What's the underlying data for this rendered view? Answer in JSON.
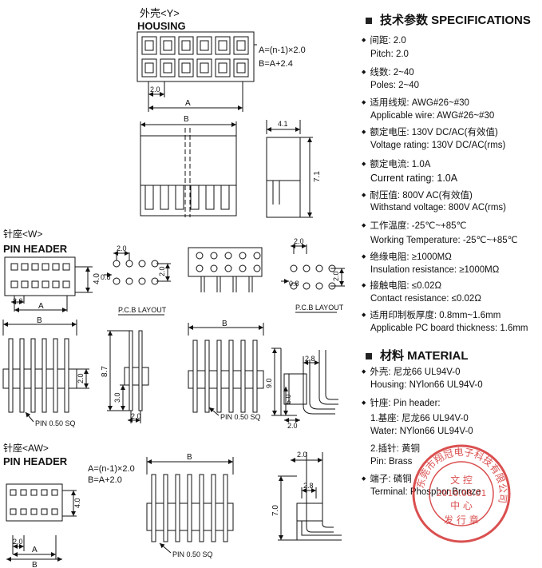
{
  "drawing": {
    "housing": {
      "title_cn": "外壳<Y>",
      "title_en": "HOUSING",
      "formula_a": "A=(n-1)×2.0",
      "formula_b": "B=A+2.4",
      "dim_pitch": "2.0",
      "dim_a": "A",
      "dim_b": "B",
      "dim_height": "7.1",
      "dim_depth": "4.1"
    },
    "pin_header_w": {
      "title_cn": "针座<W>",
      "title_en": "PIN HEADER",
      "dim_pitch": "2.0",
      "dim_row": "2.0",
      "dim_width": "4.0",
      "dim_a": "A",
      "dim_b": "B",
      "dim_hole": "0.8",
      "pcb_layout": "P.C.B  LAYOUT",
      "pin_label": "PIN 0.50 SQ",
      "dim_total": "8.7",
      "dim_seat": "3.0",
      "dim_side": "2.0",
      "dim_right_total": "9.0",
      "dim_right_mid": "5.0",
      "dim_right_offset": "2.8",
      "dim_right_pitch": "2.0"
    },
    "pin_header_aw": {
      "title_cn": "针座<AW>",
      "title_en": "PIN HEADER",
      "formula_a": "A=(n-1)×2.0",
      "formula_b": "B=A+2.0",
      "dim_pitch": "2.0",
      "dim_width": "4.0",
      "dim_a": "A",
      "dim_b": "B",
      "pin_label": "PIN 0.50 SQ",
      "dim_pitch_top": "2.0",
      "dim_offset": "2.8",
      "dim_height": "7.0"
    }
  },
  "specifications": {
    "title": "技术参数 SPECIFICATIONS",
    "items": [
      {
        "cn": "间距: 2.0",
        "en": "Pitch: 2.0"
      },
      {
        "cn": "线数: 2~40",
        "en": "Poles: 2~40"
      },
      {
        "cn": "适用线规: AWG#26~#30",
        "en": "Applicable wire: AWG#26~#30"
      },
      {
        "cn": "额定电压: 130V DC/AC(有效值)",
        "en": "Voltage rating: 130V DC/AC(rms)"
      },
      {
        "cn": "额定电流: 1.0A",
        "en": "Current rating: 1.0A"
      },
      {
        "cn": "耐压值: 800V AC(有效值)",
        "en": "Withstand voltage: 800V AC(rms)"
      },
      {
        "cn": "工作温度: -25℃~+85℃",
        "en": "Working Temperature: -25℃~+85℃"
      },
      {
        "cn": "绝缘电阻: ≥1000MΩ",
        "en": "Insulation resistance: ≥1000MΩ"
      },
      {
        "cn": "接触电阻: ≤0.02Ω",
        "en": "Contact resistance: ≤0.02Ω"
      },
      {
        "cn": "适用印制板厚度: 0.8mm~1.6mm",
        "en": "Applicable PC board thickness: 1.6mm"
      }
    ]
  },
  "material": {
    "title": "材料 MATERIAL",
    "lines": [
      "外壳: 尼龙66 UL94V-0",
      "Housing: NYlon66 UL94V-0",
      "针座: Pin header:",
      "1.基座: 尼龙66 UL94V-0",
      "Water: NYlon66 UL94V-0",
      "2.插针: 黄铜",
      "Pin: Brass",
      "端子: 磷铜",
      "Terminal: Phosphor Bronze"
    ]
  },
  "stamp": {
    "text": "东莞市翔冠电子科技有限公司",
    "date": "2010.08.01",
    "lines": [
      "文 控",
      "中 心",
      "发 行 章"
    ],
    "color": "#d22a2a"
  }
}
